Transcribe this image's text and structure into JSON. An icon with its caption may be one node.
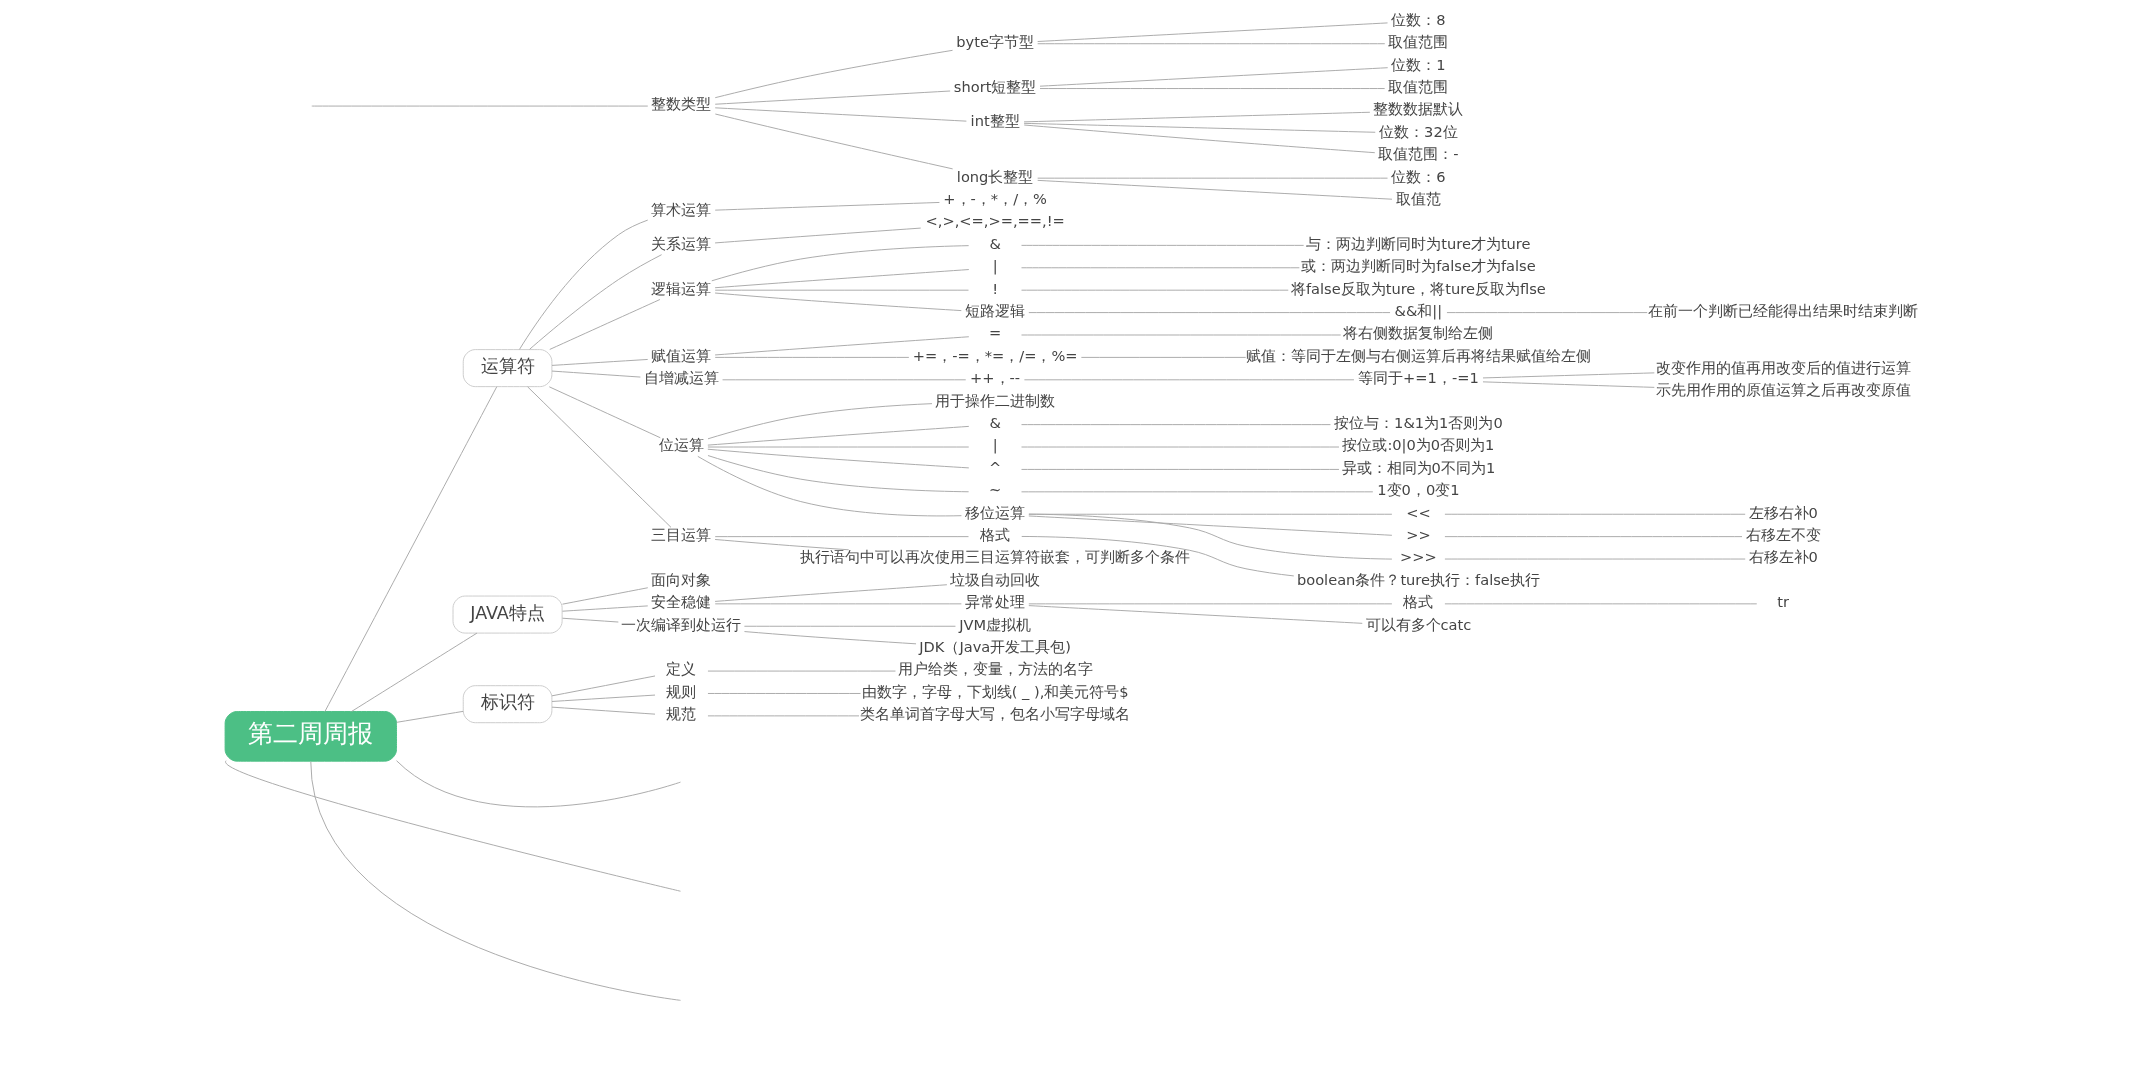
{
  "diagram": {
    "nodes": [
      {
        "text": [
          "第二周周报"
        ]
      },
      {
        "text": [
          "运算符"
        ]
      },
      {
        "text": [
          "算术运算"
        ]
      },
      {
        "text": [
          "+，-，*，/，%"
        ]
      },
      {
        "text": [
          "关系运算"
        ]
      },
      {
        "text": [
          "<,>,<=,>=,==,!="
        ]
      },
      {
        "text": [
          "逻辑运算"
        ]
      },
      {
        "text": [
          "&"
        ]
      },
      {
        "text": [
          "与：两边判断同时为ture才为ture"
        ]
      },
      {
        "text": [
          "|"
        ]
      },
      {
        "text": [
          "或：两边判断同时为false才为false"
        ]
      },
      {
        "text": [
          "!"
        ]
      },
      {
        "text": [
          "将false反取为ture，将ture反取为flse"
        ]
      },
      {
        "text": [
          "短路逻辑"
        ]
      },
      {
        "text": [
          "&&和||"
        ]
      },
      {
        "text": [
          "在前一个判断已经能得出结果时结束判断"
        ]
      },
      {
        "text": [
          "赋值运算"
        ]
      },
      {
        "text": [
          "="
        ]
      },
      {
        "text": [
          "将右侧数据复制给左侧"
        ]
      },
      {
        "text": [
          "+=，-=，*=，/=，%="
        ]
      },
      {
        "text": [
          "赋值：等同于左侧与右侧运算后再将结果赋值给左侧"
        ]
      },
      {
        "text": [
          "自增减运算"
        ]
      },
      {
        "text": [
          "++，--"
        ]
      },
      {
        "text": [
          "等同于+=1，-=1"
        ]
      },
      {
        "text": [
          "改变作用的值再用改变后的值进行运算"
        ]
      },
      {
        "text": [
          "示先用作用的原值运算之后再改变原值"
        ]
      },
      {
        "text": [
          "位运算"
        ]
      },
      {
        "text": [
          "用于操作二进制数"
        ]
      },
      {
        "text": [
          "&"
        ]
      },
      {
        "text": [
          "按位与：1&1为1否则为0"
        ]
      },
      {
        "text": [
          "|"
        ]
      },
      {
        "text": [
          "按位或:0|0为0否则为1"
        ]
      },
      {
        "text": [
          "^"
        ]
      },
      {
        "text": [
          "异或：相同为0不同为1"
        ]
      },
      {
        "text": [
          "~"
        ]
      },
      {
        "text": [
          "1变0，0变1"
        ]
      },
      {
        "text": [
          "移位运算"
        ]
      },
      {
        "text": [
          "<<"
        ]
      },
      {
        "text": [
          "左移右补0"
        ]
      },
      {
        "text": [
          ">>"
        ]
      },
      {
        "text": [
          "右移左不变"
        ]
      },
      {
        "text": [
          ">>>"
        ]
      },
      {
        "text": [
          "右移左补0"
        ]
      },
      {
        "text": [
          "三目运算"
        ]
      },
      {
        "text": [
          "格式"
        ]
      },
      {
        "text": [
          "boolean条件？ture执行：false执行"
        ]
      },
      {
        "text": [
          "执行语句中可以再次使用三目运算符嵌套，可判断多个条件"
        ]
      },
      {
        "text": [
          "JAVA特点"
        ]
      },
      {
        "text": [
          "面向对象"
        ]
      },
      {
        "text": [
          "安全稳健"
        ]
      },
      {
        "text": [
          "垃圾自动回收"
        ]
      },
      {
        "text": [
          "异常处理"
        ]
      },
      {
        "text": [
          "格式"
        ]
      },
      {
        "text": [
          "tr"
        ]
      },
      {
        "text": [
          "可以有多个catc"
        ]
      },
      {
        "text": [
          "一次编译到处运行"
        ]
      },
      {
        "text": [
          "JVM虚拟机"
        ]
      },
      {
        "text": [
          "JDK（Java开发工具包)"
        ]
      },
      {
        "text": [
          "标识符"
        ]
      },
      {
        "text": [
          "定义"
        ]
      },
      {
        "text": [
          "用户给类，变量，方法的名字"
        ]
      },
      {
        "text": [
          "规则"
        ]
      },
      {
        "text": [
          "由数字，字母，下划线( _ ),和美元符号$"
        ]
      },
      {
        "text": [
          "规范"
        ]
      },
      {
        "text": [
          "类名单词首字母大写，包名小写字母域名"
        ]
      },
      {
        "text": [
          "整数类型"
        ]
      },
      {
        "text": [
          "byte字节型"
        ]
      },
      {
        "text": [
          "位数：8"
        ]
      },
      {
        "text": [
          "取值范围"
        ]
      },
      {
        "text": [
          "short短整型"
        ]
      },
      {
        "text": [
          "位数：1"
        ]
      },
      {
        "text": [
          "取值范围"
        ]
      },
      {
        "text": [
          "int整型"
        ]
      },
      {
        "text": [
          "整数数据默认"
        ]
      },
      {
        "text": [
          "位数：32位"
        ]
      },
      {
        "text": [
          "取值范围：-"
        ]
      },
      {
        "text": [
          "long长整型"
        ]
      },
      {
        "text": [
          "位数：6"
        ]
      },
      {
        "text": [
          "取值范"
        ]
      }
    ],
    "edges": [
      {
        "from": 0,
        "to": 1,
        "arrow": "none"
      },
      {
        "from": 1,
        "to": 2,
        "arrow": "none"
      },
      {
        "from": 2,
        "to": 3,
        "arrow": "none"
      },
      {
        "from": 1,
        "to": 4,
        "arrow": "none"
      },
      {
        "from": 4,
        "to": 5,
        "arrow": "none"
      },
      {
        "from": 1,
        "to": 6,
        "arrow": "none"
      },
      {
        "from": 6,
        "to": 7,
        "arrow": "none"
      },
      {
        "from": 7,
        "to": 8,
        "arrow": "none"
      },
      {
        "from": 6,
        "to": 9,
        "arrow": "none"
      },
      {
        "from": 9,
        "to": 10,
        "arrow": "none"
      },
      {
        "from": 6,
        "to": 11,
        "arrow": "none"
      },
      {
        "from": 11,
        "to": 12,
        "arrow": "none"
      },
      {
        "from": 6,
        "to": 13,
        "arrow": "none"
      },
      {
        "from": 13,
        "to": 14,
        "arrow": "none"
      },
      {
        "from": 14,
        "to": 15,
        "arrow": "none"
      },
      {
        "from": 1,
        "to": 16,
        "arrow": "none"
      },
      {
        "from": 16,
        "to": 17,
        "arrow": "none"
      },
      {
        "from": 17,
        "to": 18,
        "arrow": "none"
      },
      {
        "from": 16,
        "to": 19,
        "arrow": "none"
      },
      {
        "from": 19,
        "to": 20,
        "arrow": "none"
      },
      {
        "from": 1,
        "to": 21,
        "arrow": "none"
      },
      {
        "from": 21,
        "to": 22,
        "arrow": "none"
      },
      {
        "from": 22,
        "to": 23,
        "arrow": "none"
      },
      {
        "from": 23,
        "to": 24,
        "arrow": "none"
      },
      {
        "from": 23,
        "to": 25,
        "arrow": "none"
      },
      {
        "from": 1,
        "to": 26,
        "arrow": "none"
      },
      {
        "from": 26,
        "to": 27,
        "arrow": "none"
      },
      {
        "from": 26,
        "to": 28,
        "arrow": "none"
      },
      {
        "from": 28,
        "to": 29,
        "arrow": "none"
      },
      {
        "from": 26,
        "to": 30,
        "arrow": "none"
      },
      {
        "from": 30,
        "to": 31,
        "arrow": "none"
      },
      {
        "from": 26,
        "to": 32,
        "arrow": "none"
      },
      {
        "from": 32,
        "to": 33,
        "arrow": "none"
      },
      {
        "from": 26,
        "to": 34,
        "arrow": "none"
      },
      {
        "from": 34,
        "to": 35,
        "arrow": "none"
      },
      {
        "from": 26,
        "to": 36,
        "arrow": "none"
      },
      {
        "from": 36,
        "to": 37,
        "arrow": "none"
      },
      {
        "from": 37,
        "to": 38,
        "arrow": "none"
      },
      {
        "from": 36,
        "to": 39,
        "arrow": "none"
      },
      {
        "from": 39,
        "to": 40,
        "arrow": "none"
      },
      {
        "from": 36,
        "to": 41,
        "arrow": "none"
      },
      {
        "from": 41,
        "to": 42,
        "arrow": "none"
      },
      {
        "from": 1,
        "to": 43,
        "arrow": "none"
      },
      {
        "from": 43,
        "to": 44,
        "arrow": "none"
      },
      {
        "from": 44,
        "to": 45,
        "arrow": "none"
      },
      {
        "from": 43,
        "to": 46,
        "arrow": "none"
      },
      {
        "from": 0,
        "to": 47,
        "arrow": "none"
      },
      {
        "from": 47,
        "to": 48,
        "arrow": "none"
      },
      {
        "from": 47,
        "to": 49,
        "arrow": "none"
      },
      {
        "from": 49,
        "to": 50,
        "arrow": "none"
      },
      {
        "from": 49,
        "to": 51,
        "arrow": "none"
      },
      {
        "from": 51,
        "to": 52,
        "arrow": "none"
      },
      {
        "from": 52,
        "to": 53,
        "arrow": "none"
      },
      {
        "from": 51,
        "to": 54,
        "arrow": "none"
      },
      {
        "from": 47,
        "to": 55,
        "arrow": "none"
      },
      {
        "from": 55,
        "to": 56,
        "arrow": "none"
      },
      {
        "from": 55,
        "to": 57,
        "arrow": "none"
      },
      {
        "from": 0,
        "to": 58,
        "arrow": "none"
      },
      {
        "from": 58,
        "to": 59,
        "arrow": "none"
      },
      {
        "from": 59,
        "to": 60,
        "arrow": "none"
      },
      {
        "from": 58,
        "to": 61,
        "arrow": "none"
      },
      {
        "from": 61,
        "to": 62,
        "arrow": "none"
      },
      {
        "from": 58,
        "to": 63,
        "arrow": "none"
      },
      {
        "from": 63,
        "to": 64,
        "arrow": "none"
      },
      {
        "from": null,
        "to": 65,
        "arrow": "none"
      },
      {
        "from": 65,
        "to": 66,
        "arrow": "none"
      },
      {
        "from": 66,
        "to": 67,
        "arrow": "none"
      },
      {
        "from": 66,
        "to": 68,
        "arrow": "none"
      },
      {
        "from": 65,
        "to": 69,
        "arrow": "none"
      },
      {
        "from": 69,
        "to": 70,
        "arrow": "none"
      },
      {
        "from": 69,
        "to": 71,
        "arrow": "none"
      },
      {
        "from": 65,
        "to": 72,
        "arrow": "none"
      },
      {
        "from": 72,
        "to": 73,
        "arrow": "none"
      },
      {
        "from": 72,
        "to": 74,
        "arrow": "none"
      },
      {
        "from": 72,
        "to": 75,
        "arrow": "none"
      },
      {
        "from": 65,
        "to": 76,
        "arrow": "none"
      },
      {
        "from": 76,
        "to": 77,
        "arrow": "none"
      },
      {
        "from": 76,
        "to": 78,
        "arrow": "none"
      },
      {
        "from": 0,
        "to": null,
        "arrow": "none"
      },
      {
        "from": 0,
        "to": null,
        "arrow": "none"
      },
      {
        "from": 0,
        "to": null,
        "arrow": "none"
      }
    ]
  }
}
